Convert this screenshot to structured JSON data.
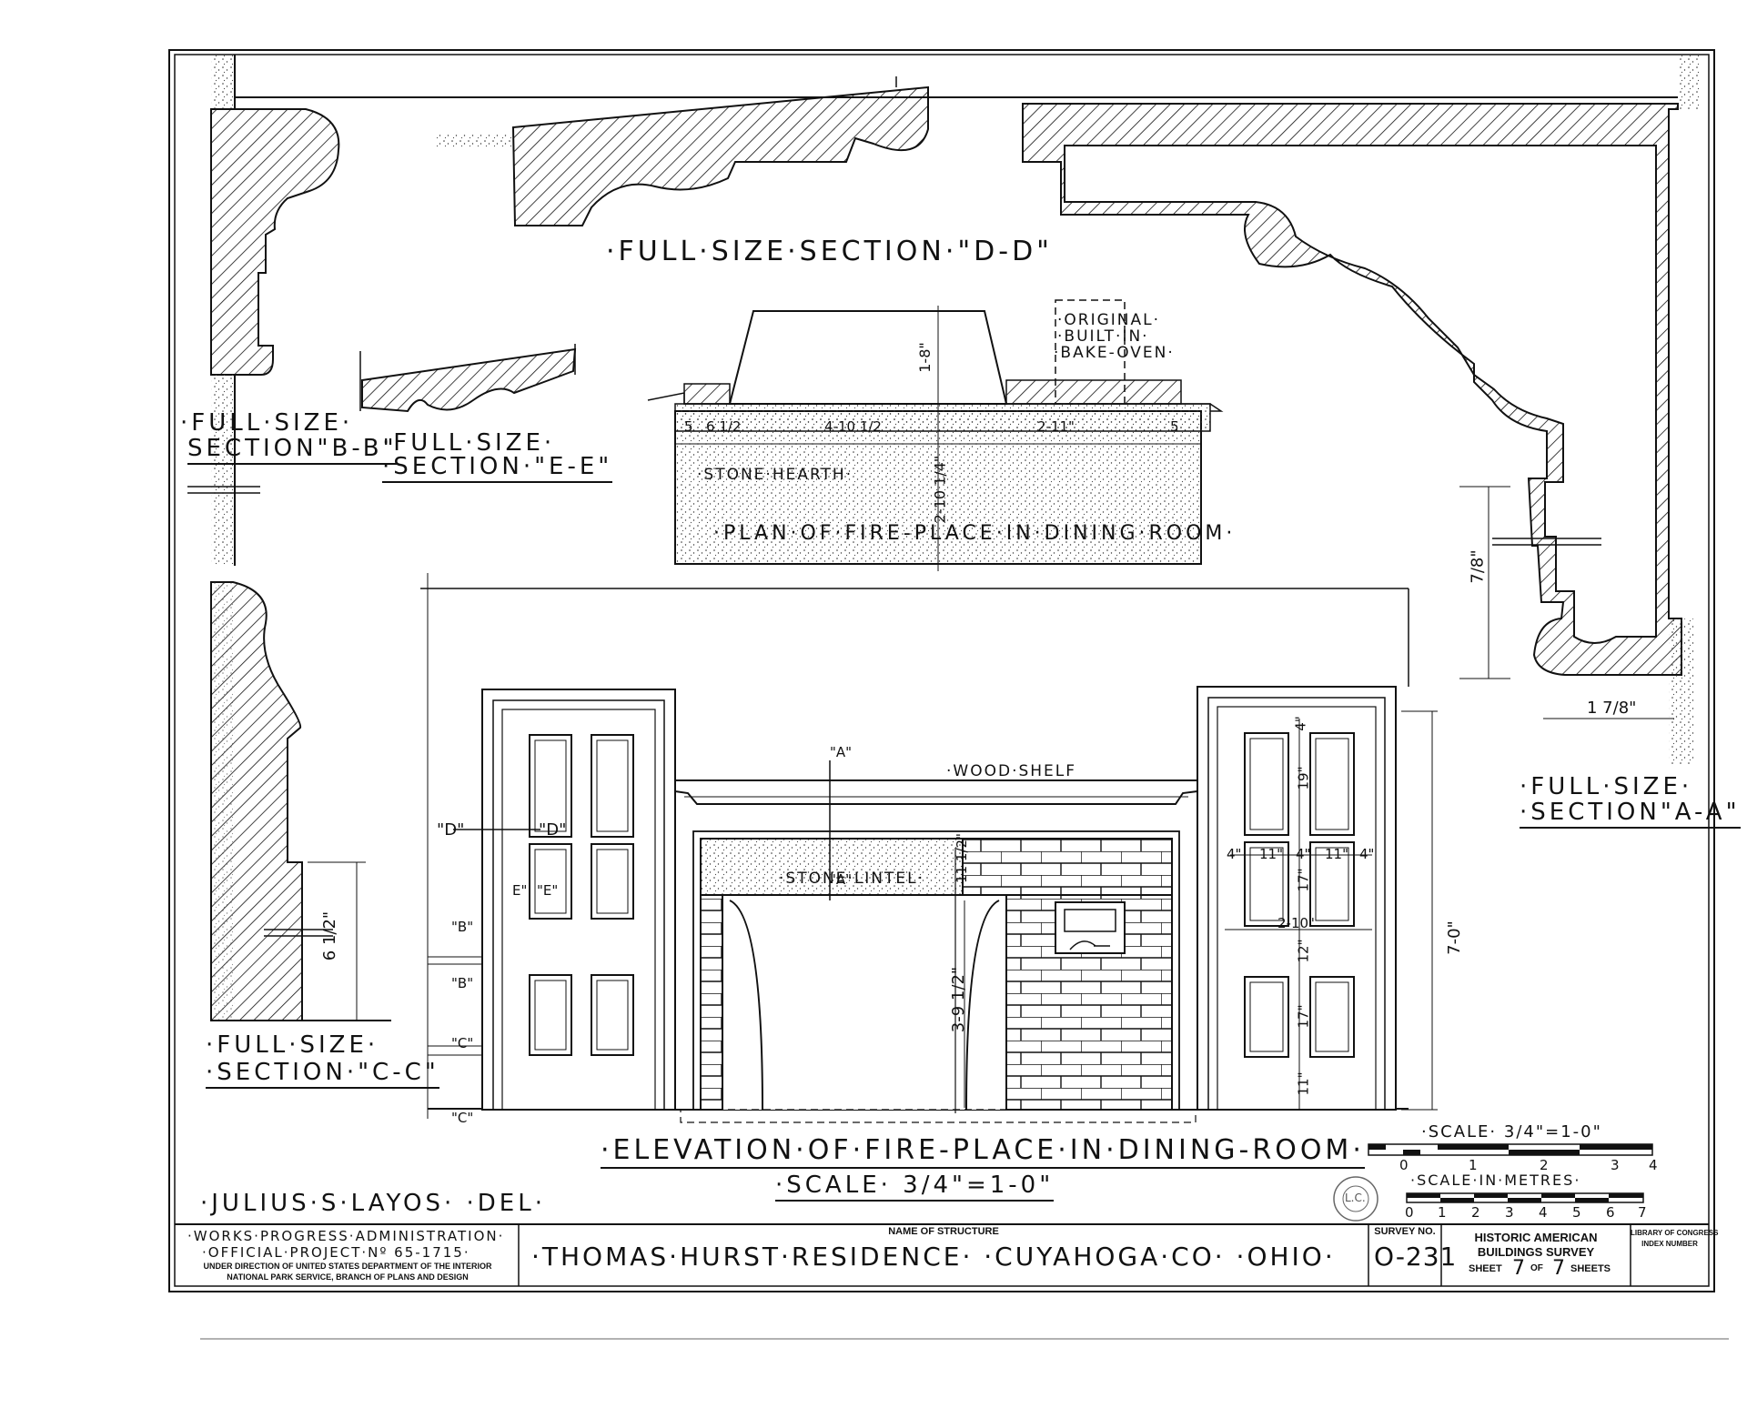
{
  "sections": {
    "a_a": {
      "title_line1": "·FULL·SIZE·",
      "title_line2": "·SECTION\"A-A\"",
      "dim_7_8_vert": "7/8\"",
      "dim_1_7_8": "1 7/8\""
    },
    "b_b": {
      "title_line1": "·FULL·SIZE·",
      "title_line2": "SECTION\"B-B\""
    },
    "c_c": {
      "title_line1": "·FULL·SIZE·",
      "title_line2": "·SECTION·\"C-C\"",
      "dim": "6 1/2\""
    },
    "d_d": {
      "title": "·FULL·SIZE·SECTION·\"D-D\""
    },
    "e_e": {
      "title_line1": "·FULL·SIZE·",
      "title_line2": "·SECTION·\"E-E\""
    }
  },
  "plan": {
    "title": "·PLAN·OF·FIRE-PLACE·IN·DINING·ROOM·",
    "hearth_label": "·STONE·HEARTH·",
    "oven_label": [
      "·ORIGINAL·",
      "·BUILT·IN·",
      "·BAKE-OVEN·"
    ],
    "dims": {
      "d1": "5",
      "d2": "6 1/2",
      "d3": "4-10 1/2",
      "d4": "2-11\"",
      "d5": "5",
      "height": "1-8\"",
      "depth": "2-10 1/4\""
    }
  },
  "elevation": {
    "title": "·ELEVATION·OF·FIRE-PLACE·IN·DINING-ROOM·",
    "scale": "·SCALE· 3/4\"=1-0\"",
    "wood_shelf": "·WOOD·SHELF",
    "stone_lintel": "·STONE·LINTEL·",
    "markers": {
      "a": "\"A\"",
      "a2": "\"A\"",
      "d": "\"D\"",
      "d2": "\"D\"",
      "e": "E\"",
      "e2": "\"E\"",
      "b": "\"B\"",
      "b2": "\"B\"",
      "c": "\"C\"",
      "c2": "\"C\""
    },
    "dims": {
      "opening_height": "3-9 1/2\"",
      "lintel": "11 1/2\"",
      "door_height": "7-0\"",
      "door_width": "2-10\"",
      "p1": "4\"",
      "p2": "19\"",
      "p3": "17\"",
      "p4": "12\"",
      "p5": "17\"",
      "p6": "11\"",
      "w1": "4\"",
      "w2": "11\"",
      "w3": "4\"",
      "w4": "11\"",
      "w5": "4\""
    }
  },
  "scale_bars": {
    "feet_label": "·SCALE· 3/4\"=1-0\"",
    "feet_ticks": [
      "0",
      "1",
      "2",
      "3",
      "4"
    ],
    "metres_label": "·SCALE·IN·METRES·",
    "metres_ticks": [
      "0",
      "1",
      "2",
      "3",
      "4",
      "5",
      "6",
      "7"
    ]
  },
  "credit": "·JULIUS·S·LAYOS· ·DEL·",
  "stamp": "L.C.",
  "title_block": {
    "wpa_line1": "·WORKS·PROGRESS·ADMINISTRATION·",
    "wpa_line2": "·OFFICIAL·PROJECT·Nº 65-1715·",
    "wpa_line3": "UNDER DIRECTION OF UNITED STATES DEPARTMENT OF THE INTERIOR",
    "wpa_line4": "NATIONAL PARK SERVICE, BRANCH OF PLANS AND DESIGN",
    "name_label": "NAME OF STRUCTURE",
    "name_value": "·THOMAS·HURST·RESIDENCE· ·CUYAHOGA·CO· ·OHIO·",
    "survey_label": "SURVEY NO.",
    "survey_value": "O-231",
    "habs_line1": "HISTORIC AMERICAN",
    "habs_line2": "BUILDINGS SURVEY",
    "sheet_label": "SHEET",
    "sheet_num": "7",
    "sheet_of": "OF",
    "sheet_total": "7",
    "sheets_label": "SHEETS",
    "loc_line1": "LIBRARY OF CONGRESS",
    "loc_line2": "INDEX NUMBER"
  }
}
